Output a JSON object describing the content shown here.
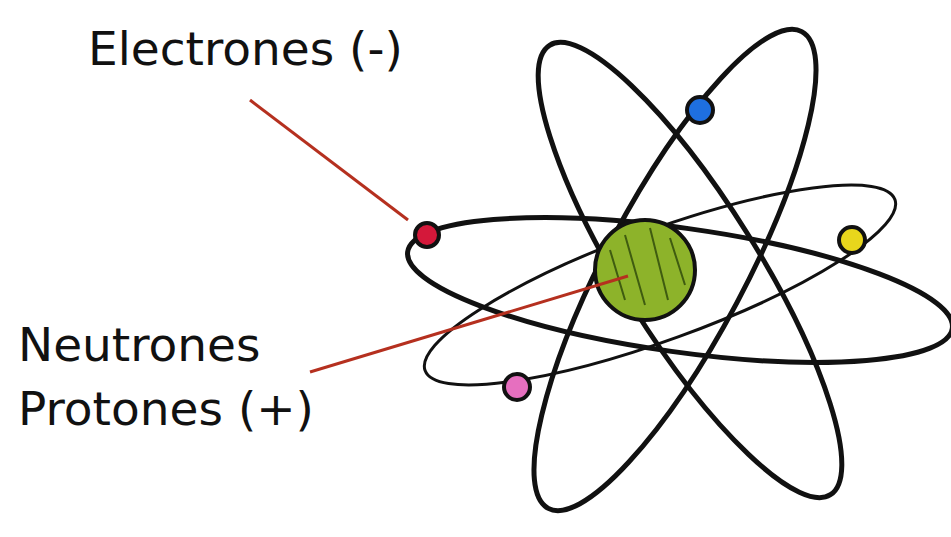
{
  "diagram": {
    "labels": [
      "Electrones (-)",
      "Neutrones",
      "Protones (+)"
    ]
  }
}
